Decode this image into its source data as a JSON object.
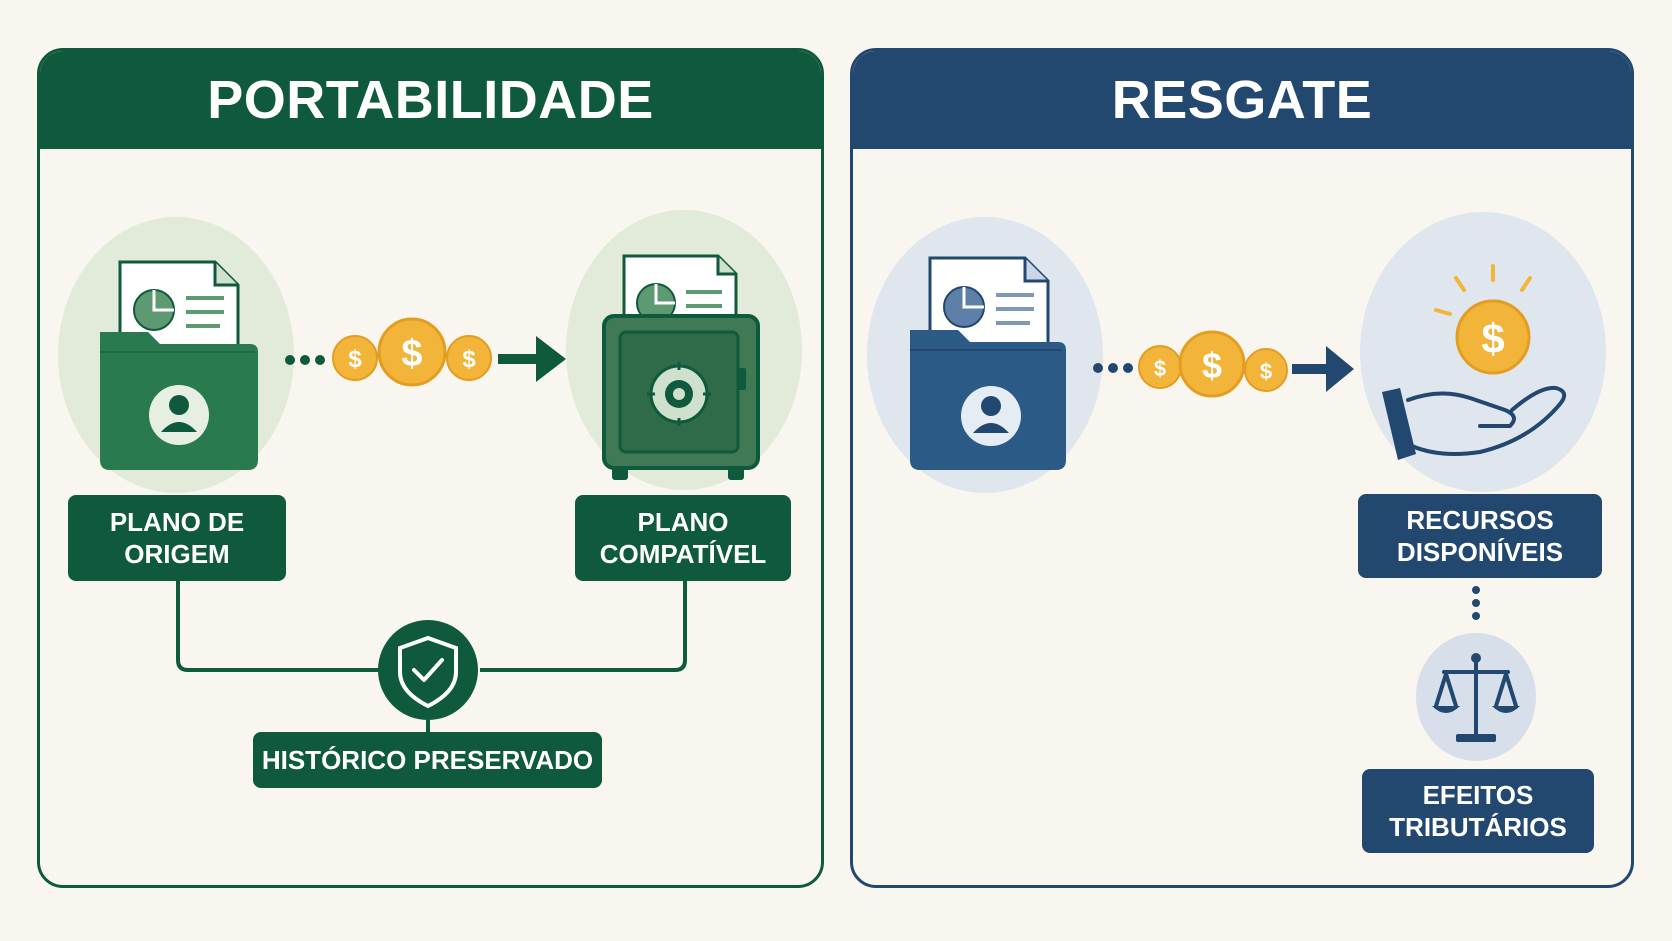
{
  "portabilidade": {
    "title": "PORTABILIDADE",
    "origem_label": [
      "PLANO DE",
      "ORIGEM"
    ],
    "compativel_label": [
      "PLANO",
      "COMPATÍVEL"
    ],
    "historico_label": "HISTÓRICO PRESERVADO"
  },
  "resgate": {
    "title": "RESGATE",
    "recursos_label": [
      "RECURSOS",
      "DISPONÍVEIS"
    ],
    "efeitos_label": [
      "EFEITOS",
      "TRIBUTÁRIOS"
    ]
  },
  "coin_symbol": "$",
  "colors": {
    "green": "#0f5a3c",
    "blue": "#22486f",
    "gold": "#f2b53a",
    "background": "#f8f6ef"
  },
  "icons": [
    "folder-user-icon",
    "document-icon",
    "coins-icon",
    "arrow-right-icon",
    "safe-icon",
    "shield-check-icon",
    "hand-coin-icon",
    "scales-icon"
  ]
}
